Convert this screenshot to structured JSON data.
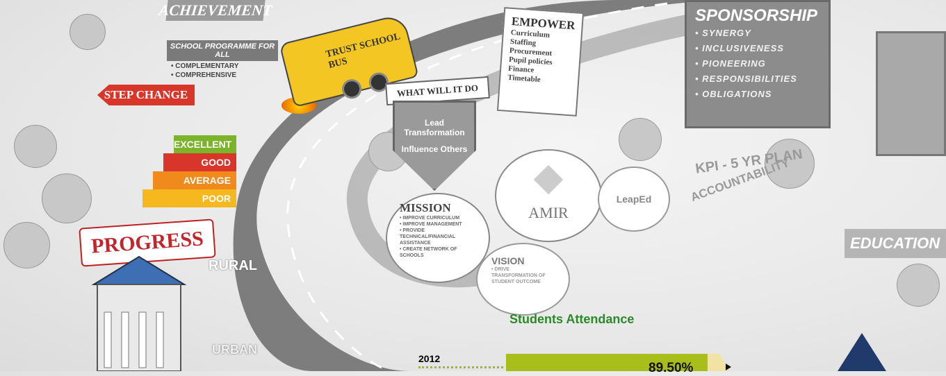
{
  "illustration": {
    "achievement": "ACHIEVEMENT",
    "school_programme": {
      "title": "SCHOOL PROGRAMME FOR ALL",
      "items": [
        "• COMPLEMENTARY",
        "• COMPREHENSIVE"
      ]
    },
    "step_change": "STEP CHANGE",
    "stairs": [
      "EXCELLENT",
      "GOOD",
      "AVERAGE",
      "POOR"
    ],
    "progress": "PROGRESS",
    "rural": "RURAL",
    "urban": "URBAN",
    "bus": "TRUST SCHOOL BUS",
    "empower": {
      "title": "EMPOWER",
      "items": [
        "Curriculum",
        "Staffing",
        "Procurement",
        "Pupil policies",
        "Finance",
        "Timetable"
      ]
    },
    "what_will_it_do": "WHAT WILL IT DO",
    "shield": [
      "Lead Transformation",
      "Influence Others"
    ],
    "sponsorship": {
      "title": "SPONSORSHIP",
      "items": [
        "• SYNERGY",
        "• INCLUSIVENESS",
        "• PIONEERING",
        "• RESPONSIBILITIES",
        "• OBLIGATIONS"
      ]
    },
    "kpi": "KPI - 5 YR PLAN",
    "accountability": "ACCOUNTABILITY",
    "mission": {
      "title": "MISSION",
      "items": [
        "• IMPROVE CURRICULUM",
        "• IMPROVE MANAGEMENT",
        "• PROVIDE TECHNICAL/FINANCIAL ASSISTANCE",
        "• CREATE NETWORK OF SCHOOLS"
      ]
    },
    "amir": "AMIR",
    "leapED": "LeapEd",
    "vision": {
      "title": "VISION",
      "items": [
        "• DRIVE TRANSFORMATION OF STUDENT OUTCOME"
      ]
    },
    "education": "EDUCATION"
  },
  "attendance": {
    "title": "Students Attendance",
    "year": "2012",
    "value_label": "89.50%",
    "value": 89.5,
    "bar_color": "#a8be1b"
  },
  "colors": {
    "stair_excellent": "#7bb32a",
    "stair_good": "#d9362b",
    "stair_average": "#f08a1c",
    "stair_poor": "#f5b81e",
    "nav_triangle": "#1f3a6b"
  }
}
